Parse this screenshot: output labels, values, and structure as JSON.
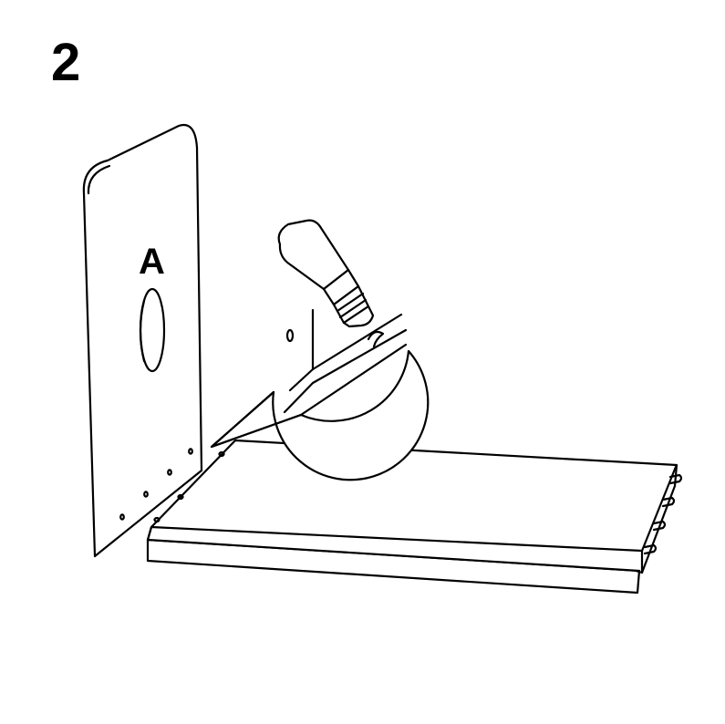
{
  "step": {
    "number": "2"
  },
  "parts": {
    "panel_label": "A"
  },
  "colors": {
    "line": "#000000",
    "background": "#ffffff"
  },
  "icons": [
    "glue-bottle-icon",
    "magnifier-callout"
  ]
}
